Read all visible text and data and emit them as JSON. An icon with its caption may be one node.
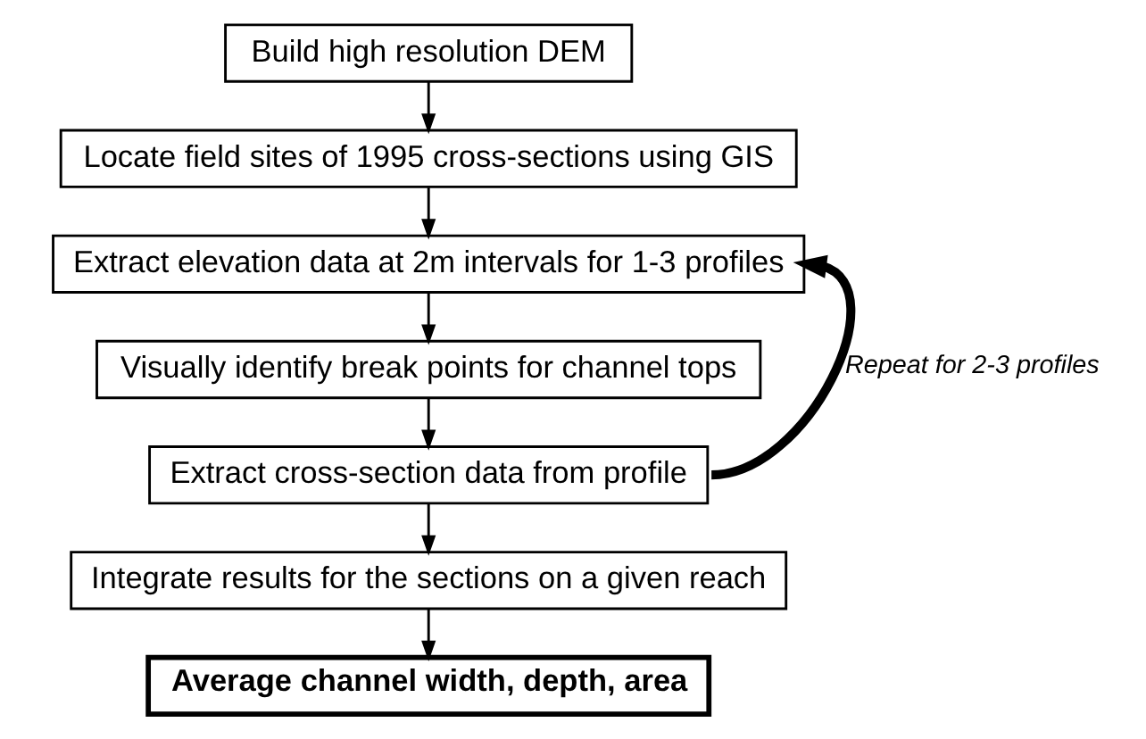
{
  "diagram": {
    "nodes": [
      {
        "text": [
          "Build high resolution DEM"
        ]
      },
      {
        "text": [
          "Locate field sites of 1995 cross-sections using GIS"
        ]
      },
      {
        "text": [
          "Extract elevation data at 2m intervals for 1-3 profiles"
        ]
      },
      {
        "text": [
          "Visually identify break points for channel tops"
        ]
      },
      {
        "text": [
          "Extract cross-section data from profile"
        ]
      },
      {
        "text": [
          "Integrate results for the sections on a given reach"
        ]
      },
      {
        "text": [
          "Average channel width, depth, area"
        ]
      }
    ],
    "edges": [
      {
        "from": 0,
        "to": 1,
        "arrow": "to"
      },
      {
        "from": 1,
        "to": 2,
        "arrow": "to"
      },
      {
        "from": 2,
        "to": 3,
        "arrow": "to"
      },
      {
        "from": 3,
        "to": 4,
        "arrow": "to"
      },
      {
        "from": 4,
        "to": 5,
        "arrow": "to"
      },
      {
        "from": 5,
        "to": 6,
        "arrow": "to"
      },
      {
        "from": 4,
        "to": 2,
        "arrow": "to",
        "label": "Repeat for 2-3 profiles",
        "style": "thick"
      }
    ]
  }
}
